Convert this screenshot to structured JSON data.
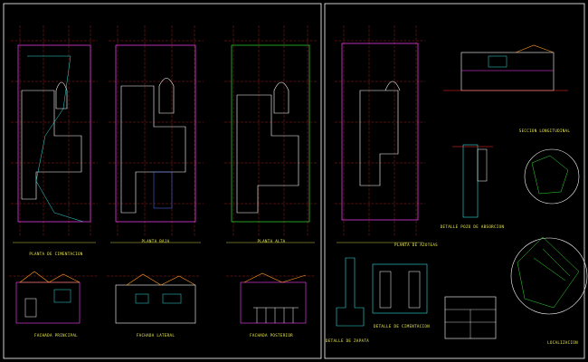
{
  "labels": {
    "plan_1": "PLANTA DE CIMENTACION",
    "plan_2": "PLANTA BAJA",
    "plan_3": "PLANTA ALTA",
    "plan_4": "PLANTA DE AZOTEAS",
    "section": "SECCION LONGITUDINAL",
    "detail_pozo": "DETALLE POZO DE ABSORCION",
    "facade_1": "FACHADA PRINCIPAL",
    "facade_2": "FACHADA LATERAL",
    "facade_3": "FACHADA POSTERIOR",
    "detail_zapata": "DETALLE DE ZAPATA",
    "detail_cimentacion": "DETALLE DE CIMENTACION",
    "location": "LOCALIZACION"
  },
  "colors": {
    "background": "#000000",
    "frame": "#ffffff",
    "text": "#e8e84a",
    "axis": "#ff3333",
    "wall": "#ff44ff",
    "wall_alt": "#ffffff",
    "dim": "#ffff55",
    "cyan": "#33dddd",
    "green": "#33dd33",
    "orange": "#ff9922",
    "blue": "#5577ff"
  }
}
